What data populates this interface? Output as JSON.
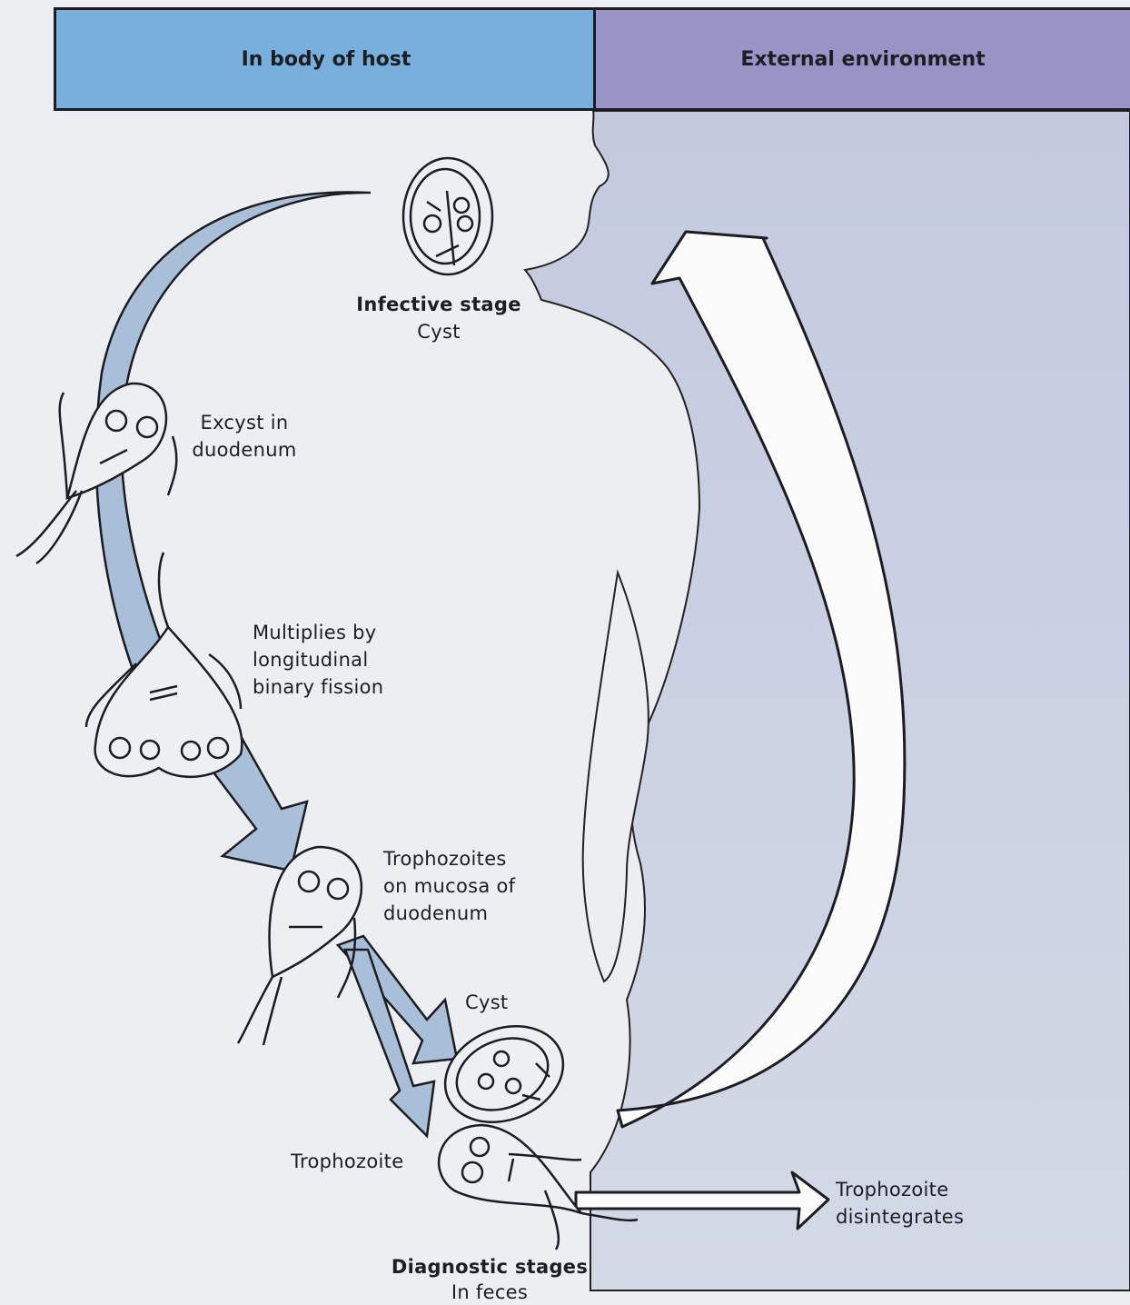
{
  "headers": {
    "host": "In body of host",
    "external": "External environment"
  },
  "labels": {
    "infective_title": "Infective stage",
    "infective_sub": "Cyst",
    "excyst_line1": "Excyst in",
    "excyst_line2": "duodenum",
    "multiplies_line1": "Multiplies by",
    "multiplies_line2": "longitudinal",
    "multiplies_line3": "binary fission",
    "troph_line1": "Trophozoites",
    "troph_line2": "on mucosa of",
    "troph_line3": "duodenum",
    "cyst": "Cyst",
    "trophozoite": "Trophozoite",
    "disintegrates_line1": "Trophozoite",
    "disintegrates_line2": "disintegrates",
    "diagnostic_title": "Diagnostic stages",
    "diagnostic_sub": "In feces"
  },
  "colors": {
    "host_header": "#79afdc",
    "external_header": "#9a93c6",
    "body_silhouette": "#c7cfe0",
    "arrow_fill": "#a9bfd8"
  }
}
